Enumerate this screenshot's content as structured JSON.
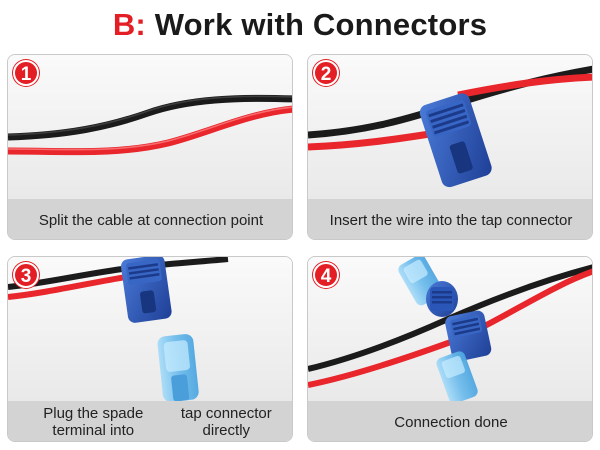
{
  "title": {
    "prefix": "B:",
    "text": "Work with Connectors"
  },
  "colors": {
    "accent": "#e31e24",
    "caption_bg": "#d3d3d3",
    "wire_red": "#e8262b",
    "wire_black": "#1b1b1b",
    "connector_blue": "#2a56b8",
    "terminal_blue": "#7fc4ef"
  },
  "steps": [
    {
      "number": "1",
      "caption": "Split the cable at connection point"
    },
    {
      "number": "2",
      "caption": "Insert the wire into the tap connector"
    },
    {
      "number": "3",
      "caption_line1": "Plug the spade terminal into",
      "caption_line2": "tap connector directly"
    },
    {
      "number": "4",
      "caption": "Connection done"
    }
  ]
}
